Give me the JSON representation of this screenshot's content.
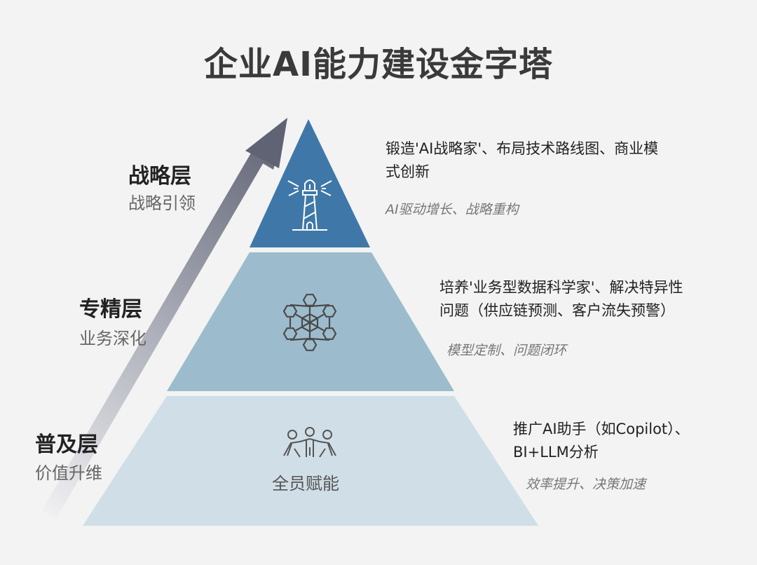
{
  "title": "企业AI能力建设金字塔",
  "colors": {
    "top": "#3f78a8",
    "middle": "#9bbccd",
    "bottom": "#cfdde6",
    "arrow": "#5f6373"
  },
  "tiers": [
    {
      "name": "战略层",
      "subtitle": "战略引领",
      "icon": "lighthouse-icon",
      "description": [
        "锻造'AI战略家'、布局技术路线图、商业模",
        "式创新"
      ],
      "outcome": "AI驱动增长、战略重构"
    },
    {
      "name": "专精层",
      "subtitle": "业务深化",
      "icon": "hexagon-network-icon",
      "description": [
        "培养'业务型数据科学家'、解决特异性",
        "问题（供应链预测、客户流失预警）"
      ],
      "outcome": "模型定制、问题闭环"
    },
    {
      "name": "普及层",
      "subtitle": "价值升维",
      "icon": "team-icon",
      "center_label": "全员赋能",
      "description": [
        "推广AI助手（如Copilot）、",
        "BI+LLM分析"
      ],
      "outcome": "效率提升、决策加速"
    }
  ]
}
